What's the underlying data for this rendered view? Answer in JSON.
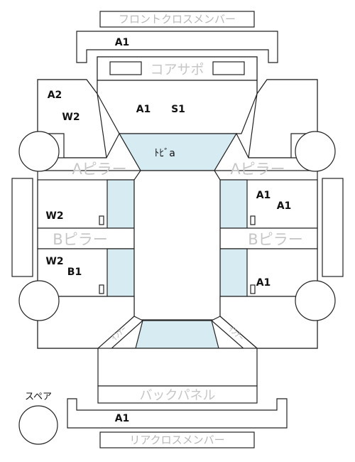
{
  "labels": {
    "front_cross_member": "フロントクロスメンバー",
    "core_support": "コアサポ",
    "a_pillar_left": "Aピラー",
    "a_pillar_right": "Aピラー",
    "b_pillar_left": "Bピラー",
    "b_pillar_right": "Bピラー",
    "torr_bar": "ﾄﾋﾞa",
    "inner_left": "ｲﾝﾅｰ",
    "inner_right": "ｲﾝﾅｰ",
    "back_panel": "バックパネル",
    "spare": "スペア",
    "rear_cross_member": "リアクロスメンバー"
  },
  "codes": {
    "front_member": "A1",
    "apron_left_1": "A2",
    "apron_left_2": "W2",
    "front_center_1": "A1",
    "front_center_2": "S1",
    "front_door_left": "W2",
    "front_door_right_1": "A1",
    "front_door_right_2": "A1",
    "rear_door_left_1": "W2",
    "rear_door_left_2": "B1",
    "rear_door_right": "A1",
    "rear_member": "A1"
  },
  "colors": {
    "glass": "#d6ebf2",
    "line": "#222222",
    "label_gray": "#b8b8b8"
  }
}
